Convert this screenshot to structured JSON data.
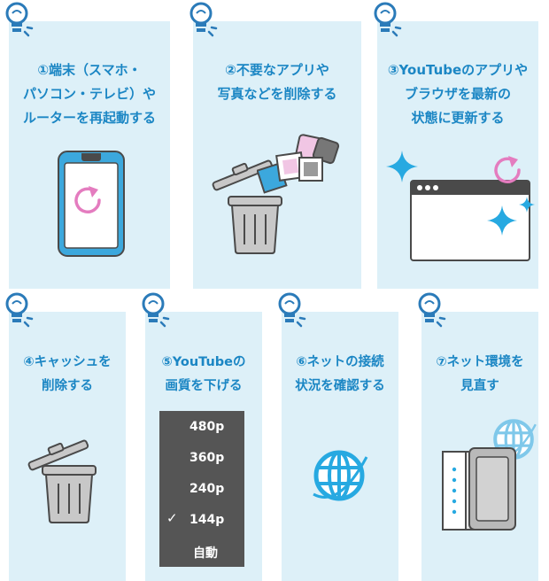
{
  "cards": [
    {
      "title": "①端末（スマホ・\nパソコン・テレビ）や\nルーターを再起動する"
    },
    {
      "title": "②不要なアプリや\n写真などを削除する"
    },
    {
      "title": "③YouTubeのアプリや\nブラウザを最新の\n状態に更新する"
    },
    {
      "title": "④キャッシュを\n削除する"
    },
    {
      "title": "⑤YouTubeの\n画質を下げる"
    },
    {
      "title": "⑥ネットの接続\n状況を確認する"
    },
    {
      "title": "⑦ネット環境を\n見直す"
    }
  ],
  "quality_menu": {
    "options": [
      "480p",
      "360p",
      "240p",
      "144p",
      "自動"
    ],
    "selected": "144p",
    "check_mark": "✓"
  },
  "colors": {
    "card_bg": "#ddf0f8",
    "title": "#1b86c4",
    "accent_pink": "#e47cbf",
    "accent_cyan": "#27a9e1",
    "menu_bg": "#555555"
  },
  "icons": [
    "lightbulb-icon",
    "smartphone-icon",
    "refresh-icon",
    "trash-can-icon",
    "photo-icon",
    "browser-window-icon",
    "sparkle-icon",
    "globe-icon",
    "router-icon"
  ]
}
